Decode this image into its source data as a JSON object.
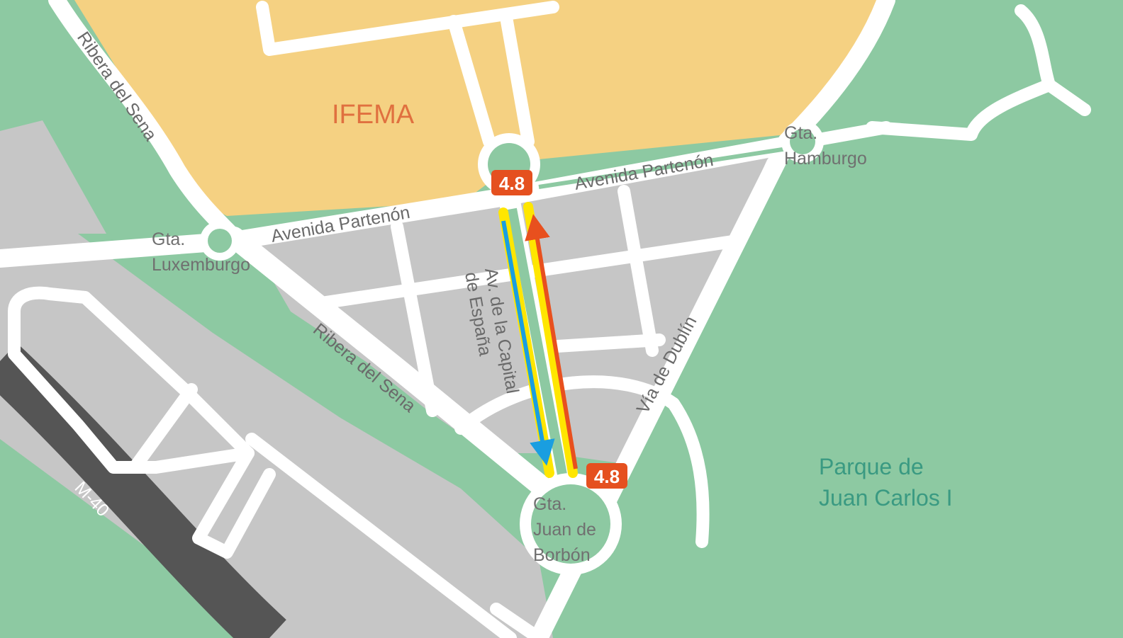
{
  "map": {
    "landmarks": {
      "ifema": "IFEMA",
      "park_line1": "Parque de",
      "park_line2": "Juan Carlos I"
    },
    "streets": {
      "ribera_del_sena_north": "Ribera del Sena",
      "ribera_del_sena_south": "Ribera del Sena",
      "avenida_partenon_west": "Avenida Partenón",
      "avenida_partenon_east": "Avenida Partenón",
      "av_capital_line1": "Av. de la Capital",
      "av_capital_line2": "de España",
      "via_de_dublin": "Vía de Dublín",
      "m40": "M-40"
    },
    "roundabouts": {
      "luxemburgo_line1": "Gta.",
      "luxemburgo_line2": "Luxemburgo",
      "hamburgo_line1": "Gta.",
      "hamburgo_line2": "Hamburgo",
      "juan_line1": "Gta.",
      "juan_line2": "Juan de",
      "juan_line3": "Borbón"
    },
    "markers": {
      "north_badge": "4.8",
      "south_badge": "4.8"
    },
    "colors": {
      "park": "#8dc9a2",
      "ifema_zone": "#f5d182",
      "urban_block": "#c6c6c6",
      "road": "#ffffff",
      "motorway": "#555555",
      "route_highlight": "#ffe600",
      "route_south": "#1a9ee0",
      "route_north": "#e8501e",
      "badge": "#e5501f"
    }
  }
}
